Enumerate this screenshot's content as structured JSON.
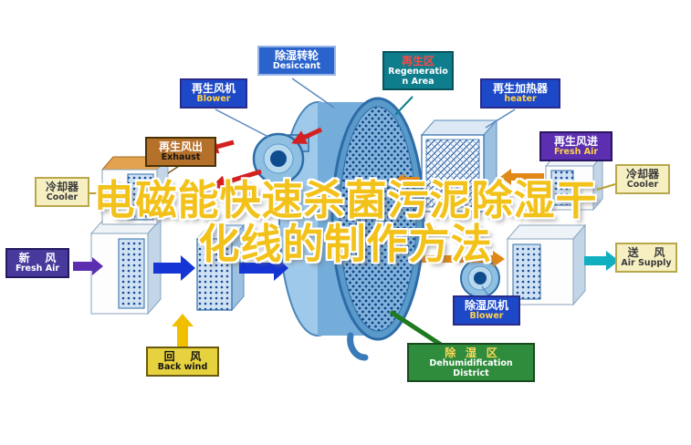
{
  "title": {
    "line1": "电磁能快速杀菌污泥除湿干",
    "line2": "化线的制作方法"
  },
  "labels": {
    "regen_blower": {
      "zh": "再生风机",
      "en": "Blower"
    },
    "desiccant": {
      "zh": "除湿转轮",
      "en": "Desiccant"
    },
    "regen_area": {
      "zh": "再生区",
      "en": "Regeneration Area"
    },
    "regen_heater": {
      "zh": "再生加热器",
      "en": "heater"
    },
    "exhaust": {
      "zh": "再生风出",
      "en": "Exhaust"
    },
    "regen_fresh_air": {
      "zh": "再生风进",
      "en": "Fresh Air"
    },
    "cooler_left": {
      "zh": "冷却器",
      "en": "Cooler"
    },
    "cooler_right": {
      "zh": "冷却器",
      "en": "Cooler"
    },
    "fresh_air": {
      "zh": "新风",
      "en": "Fresh Air"
    },
    "air_supply": {
      "zh": "送风",
      "en": "Air Supply"
    },
    "back_wind": {
      "zh": "回风",
      "en": "Back wind"
    },
    "dehum_blower": {
      "zh": "除湿风机",
      "en": "Blower"
    },
    "dehum_district": {
      "zh": "除湿区",
      "en": "Dehumidification District"
    }
  },
  "colors": {
    "title_fill": "#f2c21a",
    "wheel_blue": "#5a9aca",
    "arrow_blue": "#1535d4",
    "arrow_purple": "#5b2fb0",
    "arrow_teal": "#10b0c0",
    "arrow_yellow": "#f0c000",
    "arrow_orange": "#e08818",
    "arrow_red": "#d42020",
    "regen_green": "#1e7a1e"
  }
}
